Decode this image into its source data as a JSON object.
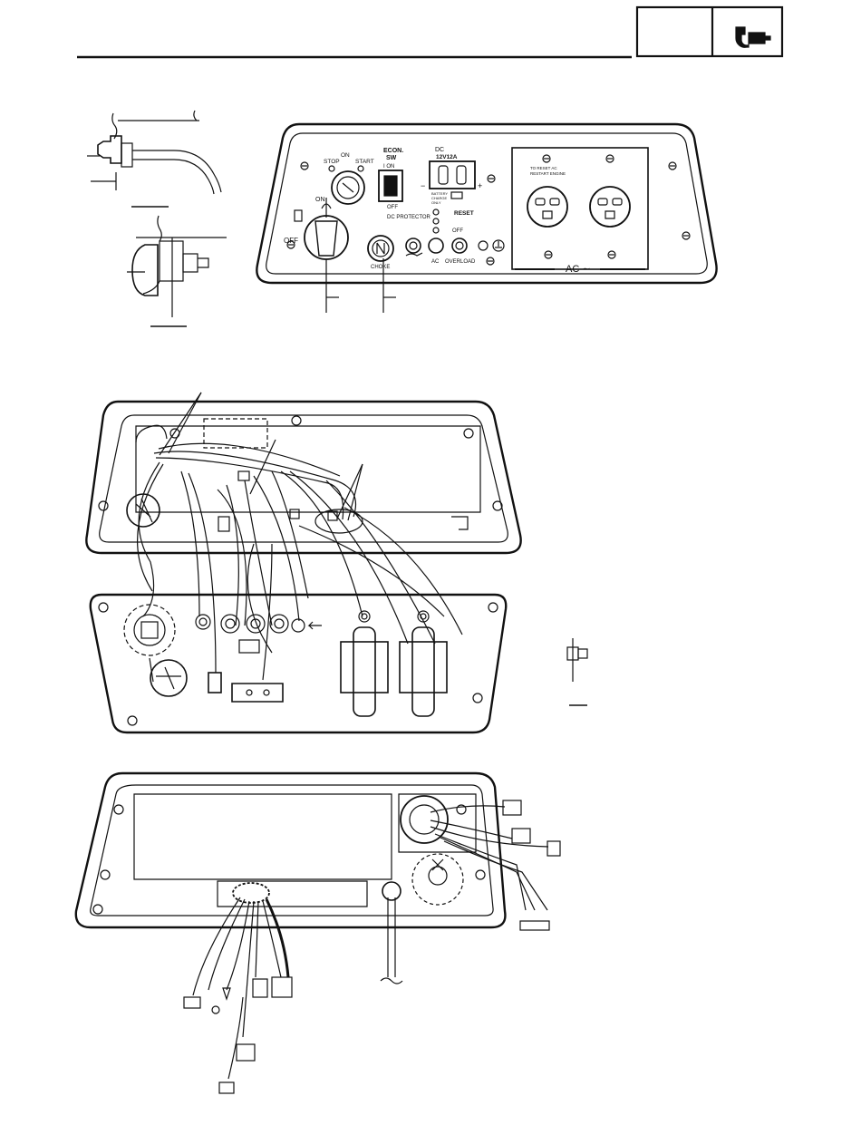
{
  "header": {
    "icon": "micrometer-icon"
  },
  "panel": {
    "choke_top_label": "ON",
    "fuel_off_label": "OFF",
    "ign_on": "ON",
    "ign_stop": "STOP",
    "ign_start": "START",
    "econ_title_1": "ECON.",
    "econ_title_2": "SW",
    "econ_on": "I  ON",
    "econ_off": "OFF",
    "choke_label": "CHOKE",
    "dc_label": "DC",
    "dc_rating": "12V12A",
    "dc_minus": "−",
    "dc_plus": "+",
    "battery_1": "BATTERY",
    "battery_2": "CHARGE",
    "battery_3": "ONLY",
    "dc_protector": "DC PROTECTOR",
    "reset": "RESET",
    "off": "OFF",
    "ac_small": "AC",
    "overload": "OVERLOAD",
    "ac_reset_1": "TO RESET AC",
    "ac_reset_2": "RESTART ENGINE",
    "ac_bottom": "AC ∼"
  }
}
